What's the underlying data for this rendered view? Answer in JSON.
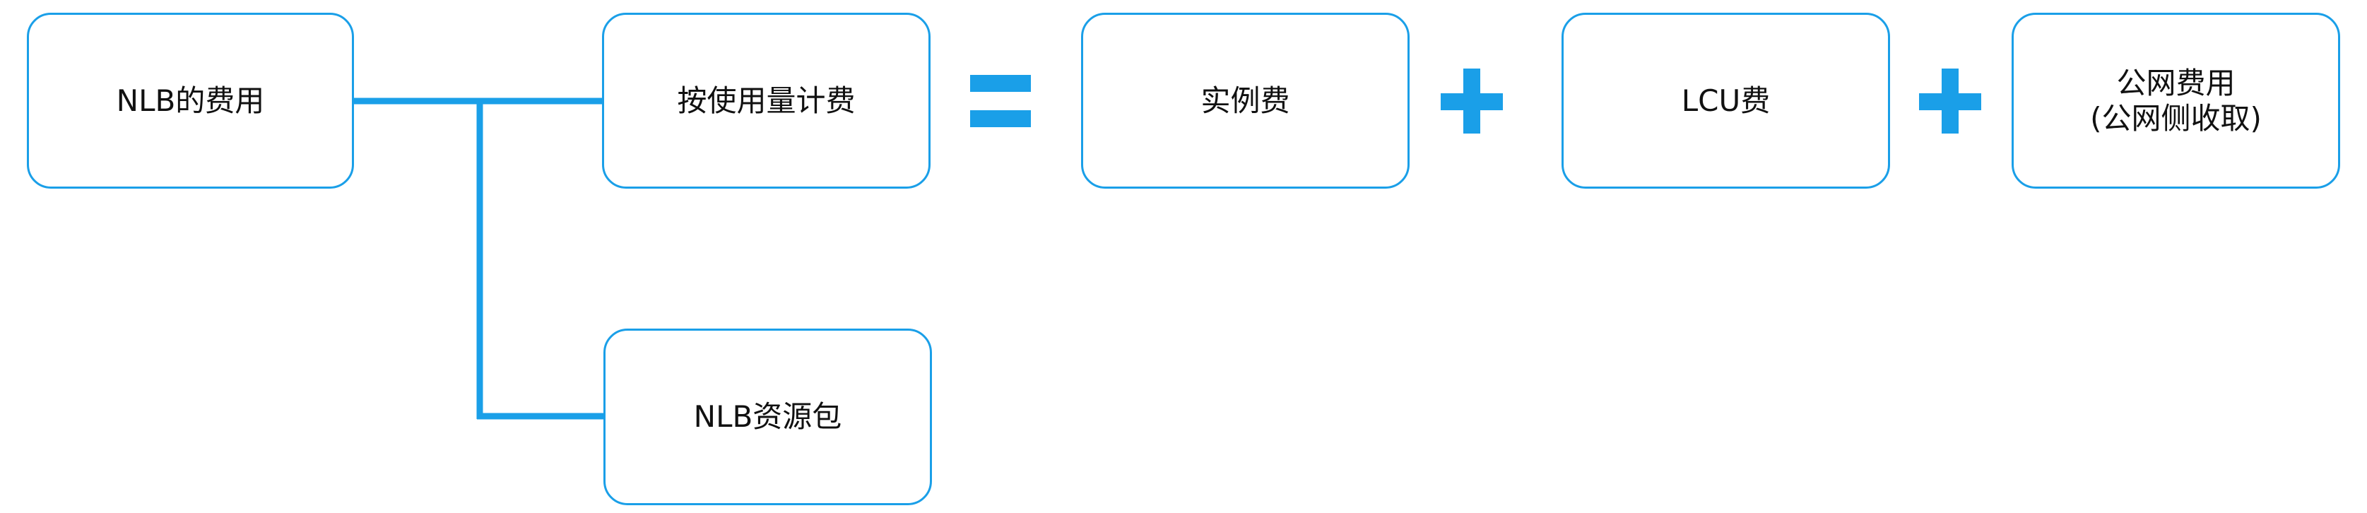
{
  "colors": {
    "accent": "#1a9fe8",
    "box_border": "#1a9fe8",
    "text": "#111111",
    "background": "#ffffff"
  },
  "nodes": {
    "root": "NLB的费用",
    "pay_as_you_go": "按使用量计费",
    "resource_package": "NLB资源包",
    "instance_fee": "实例费",
    "lcu_fee": "LCU费",
    "public_network_fee": {
      "line1": "公网费用",
      "line2": "(公网侧收取)"
    }
  },
  "operators": [
    "equals",
    "plus",
    "plus"
  ]
}
